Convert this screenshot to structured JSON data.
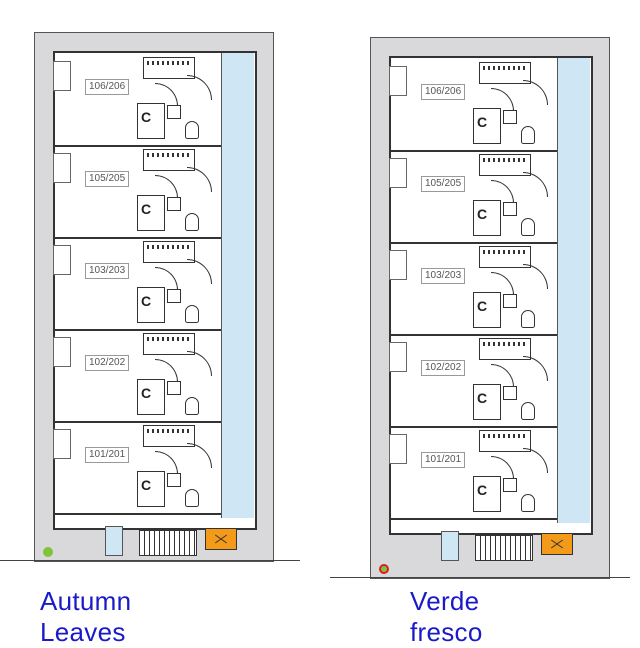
{
  "plans": [
    {
      "caption": "Autumn Leaves",
      "marker_fill": "#7ec43a",
      "marker_ring": "#7ec43a",
      "units": [
        "106/206",
        "105/205",
        "103/203",
        "102/202",
        "101/201"
      ]
    },
    {
      "caption": "Verde fresco",
      "marker_fill": "#7ec43a",
      "marker_ring": "#d81f26",
      "units": [
        "106/206",
        "105/205",
        "103/203",
        "102/202",
        "101/201"
      ]
    }
  ],
  "colors": {
    "corridor": "#cfe7f5",
    "electrical_box": "#f39a1b",
    "caption_text": "#1a1ac8"
  }
}
